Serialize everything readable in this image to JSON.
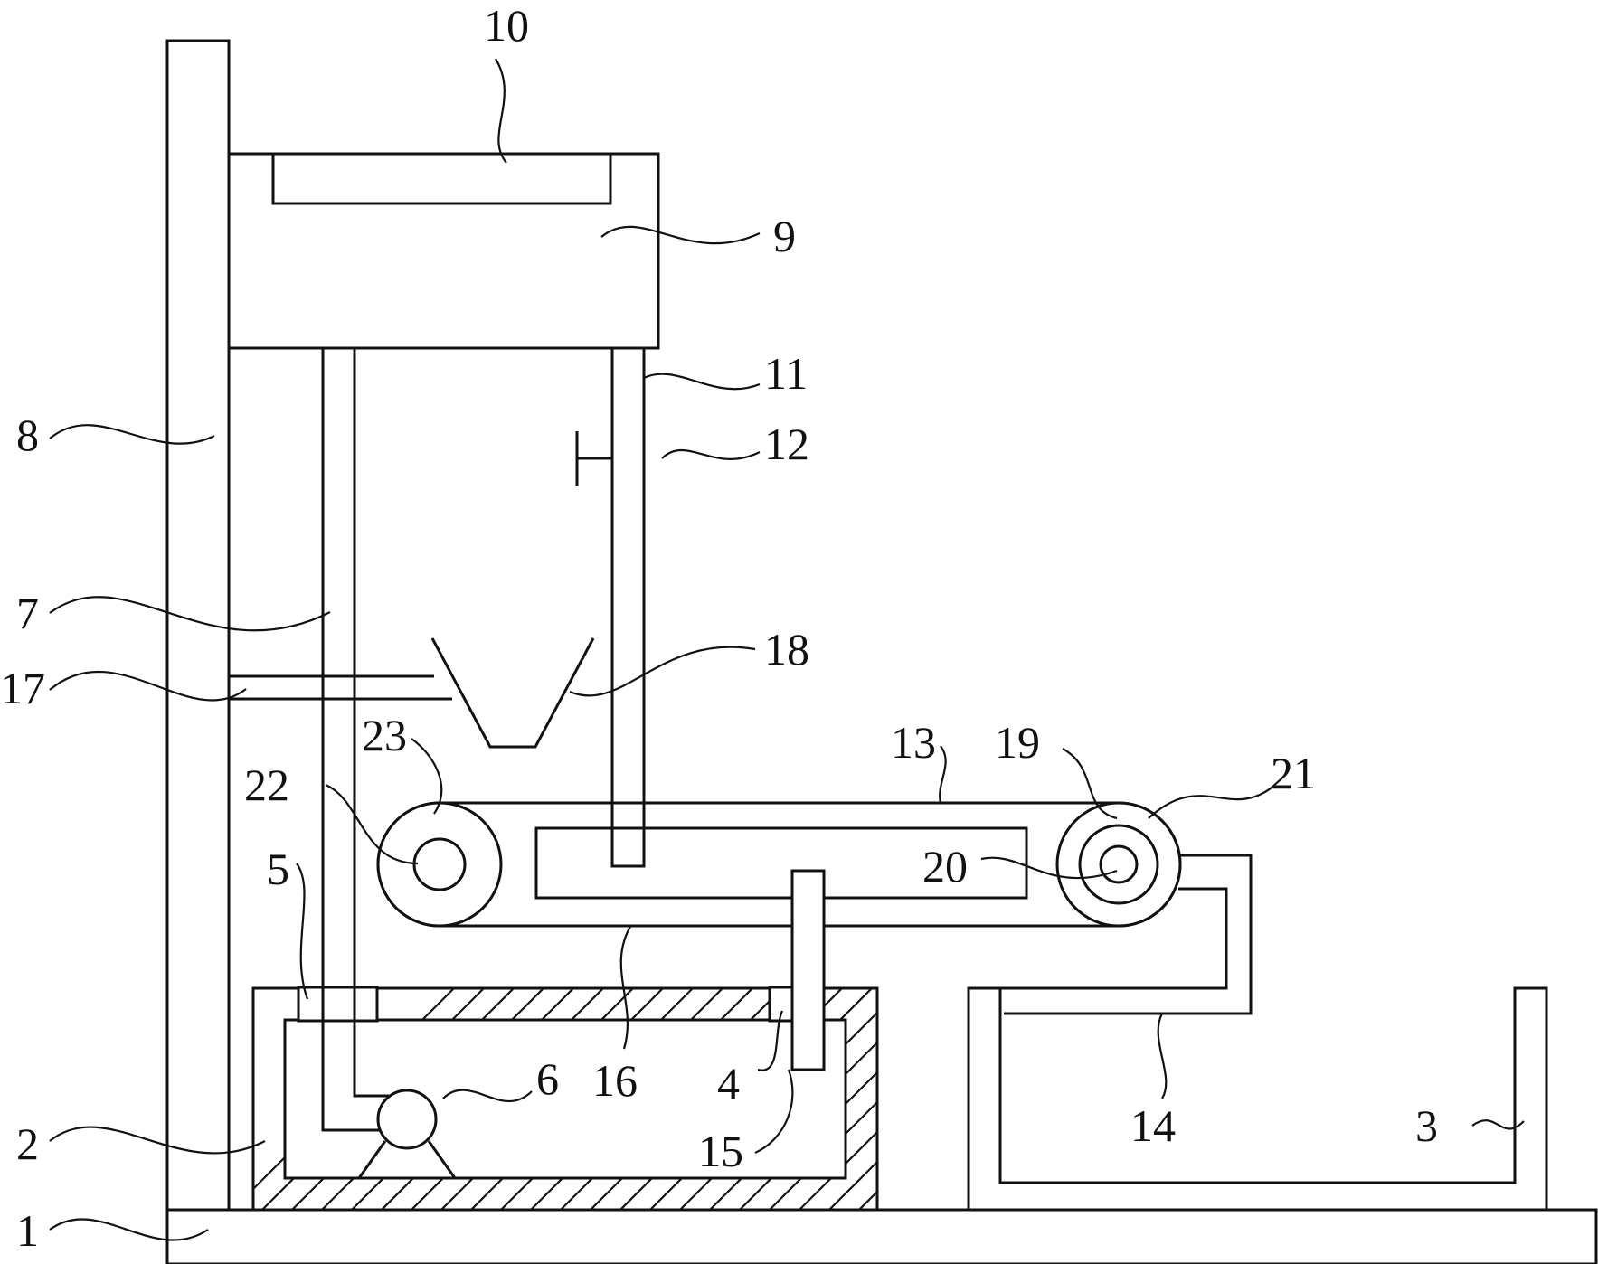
{
  "labels": {
    "l1": "1",
    "l2": "2",
    "l3": "3",
    "l4": "4",
    "l5": "5",
    "l6": "6",
    "l7": "7",
    "l8": "8",
    "l9": "9",
    "l10": "10",
    "l11": "11",
    "l12": "12",
    "l13": "13",
    "l14": "14",
    "l15": "15",
    "l16": "16",
    "l17": "17",
    "l18": "18",
    "l19": "19",
    "l20": "20",
    "l21": "21",
    "l22": "22",
    "l23": "23"
  }
}
